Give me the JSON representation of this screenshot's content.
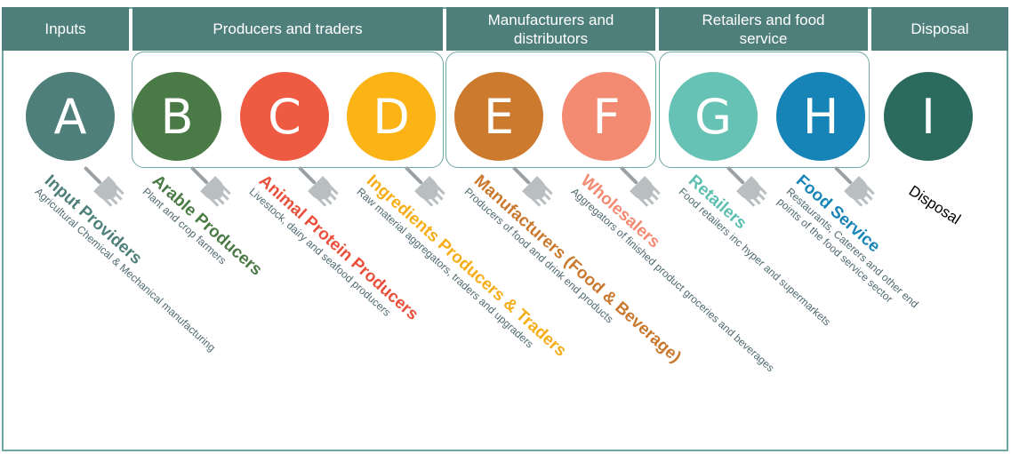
{
  "headers": [
    {
      "label": "Inputs"
    },
    {
      "label": "Producers and traders"
    },
    {
      "label": "Manufacturers and distributors"
    },
    {
      "label": "Retailers and food service"
    },
    {
      "label": "Disposal"
    }
  ],
  "nodes": [
    {
      "letter": "A",
      "color": "#4f7f7b",
      "title": "Input Providers",
      "title_color": "#4f7f7b",
      "subtitle": "Agricultural Chemical & Mechanical manufacturing"
    },
    {
      "letter": "B",
      "color": "#4a7a45",
      "title": "Arable Producers",
      "title_color": "#4a7a45",
      "subtitle": "Plant and crop farmers"
    },
    {
      "letter": "C",
      "color": "#ef5a42",
      "title": "Animal Protein Producers",
      "title_color": "#e8503b",
      "subtitle": "Livestock, dairy and seafood producers"
    },
    {
      "letter": "D",
      "color": "#fbb315",
      "title": "Ingredients Producers & Traders",
      "title_color": "#f6ad17",
      "subtitle": "Raw material aggregators, traders and upgraders"
    },
    {
      "letter": "E",
      "color": "#cc7a2e",
      "title": "Manufacturers (Food & Beverage)",
      "title_color": "#c9782d",
      "subtitle": "Producers of food and drink end products"
    },
    {
      "letter": "F",
      "color": "#f38a72",
      "title": "Wholesalers",
      "title_color": "#f38a72",
      "subtitle": "Aggregators of finished product groceries and beverages"
    },
    {
      "letter": "G",
      "color": "#66c2b4",
      "title": "Retailers",
      "title_color": "#5cbfb0",
      "subtitle": "Food retailers inc hyper and supermarkets"
    },
    {
      "letter": "H",
      "color": "#1784b8",
      "title": "Food Service",
      "title_color": "#1784b8",
      "subtitle": "Restaurants, Caterers and other end points of the food service sector"
    },
    {
      "letter": "I",
      "color": "#2a6b5e"
    }
  ],
  "disposal_label": "Disposal"
}
